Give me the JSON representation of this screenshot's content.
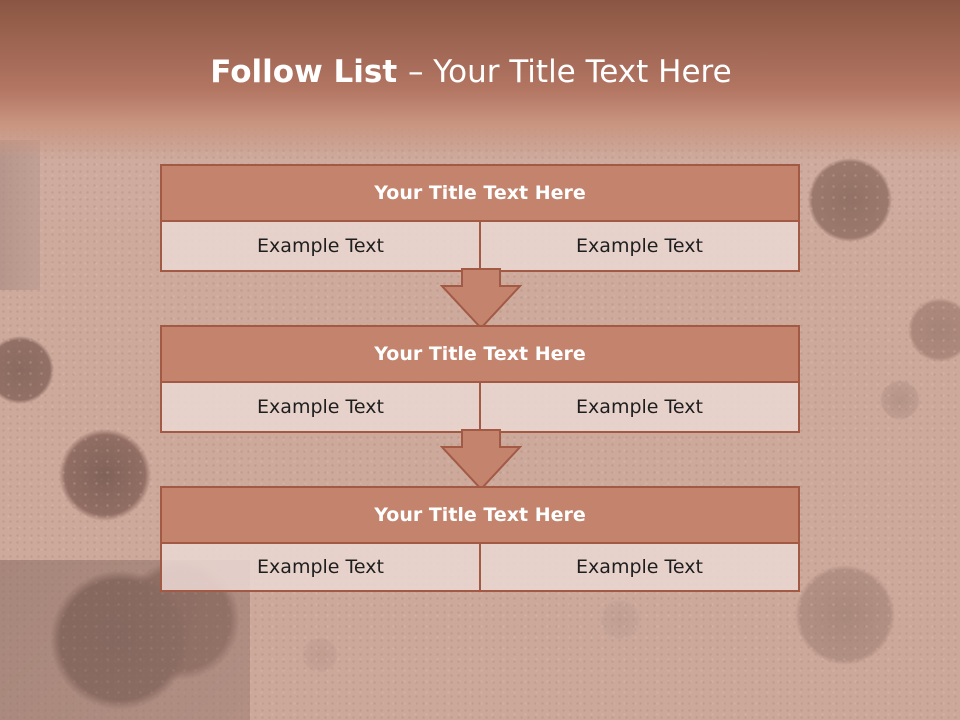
{
  "slide": {
    "title_bold": "Follow List ",
    "title_rest": " – Your Title Text Here"
  },
  "blocks": [
    {
      "title": "Your Title Text Here",
      "left": "Example Text",
      "right": "Example Text"
    },
    {
      "title": "Your Title Text Here",
      "left": "Example Text",
      "right": "Example Text"
    },
    {
      "title": "Your Title Text Here",
      "left": "Example Text",
      "right": "Example Text"
    }
  ],
  "colors": {
    "header": "#b27562",
    "block_title_fill": "#c4836c",
    "block_border": "#a25a45",
    "cell_fill": "#ebd6d2"
  }
}
